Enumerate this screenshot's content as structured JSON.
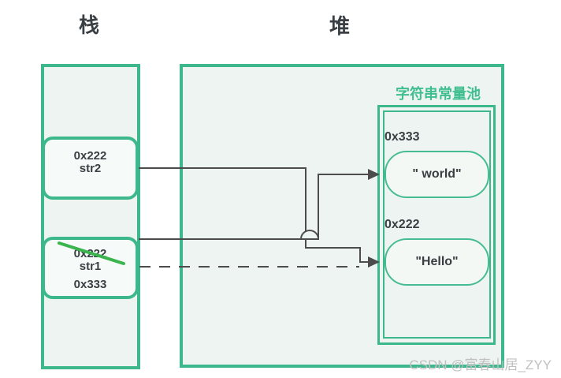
{
  "titles": {
    "stack": "栈",
    "heap": "堆"
  },
  "stack": {
    "frames": {
      "str2": {
        "address": "0x222",
        "name": "str2"
      },
      "str1": {
        "old_address": "0x222",
        "name": "str1",
        "new_address": "0x333",
        "old_address_struck_out": true
      }
    }
  },
  "heap": {
    "pool": {
      "label": "字符串常量池",
      "entries": [
        {
          "address": "0x333",
          "value": "\" world\""
        },
        {
          "address": "0x222",
          "value": "\"Hello\""
        }
      ]
    }
  },
  "edges": [
    {
      "from": "str2",
      "to": "0x222 \"Hello\"",
      "style": "solid"
    },
    {
      "from": "str1",
      "to": "0x333 \" world\"",
      "style": "solid"
    },
    {
      "from": "str1",
      "to": "0x222 \"Hello\"",
      "style": "dashed"
    }
  ],
  "watermark": {
    "text": "CSDN @富春山居_ZYY"
  },
  "colors": {
    "border_green": "#3db78c",
    "label_green": "#3fbe8f",
    "strike_green": "#3ab54e",
    "line_dark": "#4c4c4c",
    "fill_light": "#eef4f1",
    "fill_lighter": "#f6faf8",
    "text_dark": "#3b4045",
    "watermark_gray": "#c0c0c0"
  }
}
